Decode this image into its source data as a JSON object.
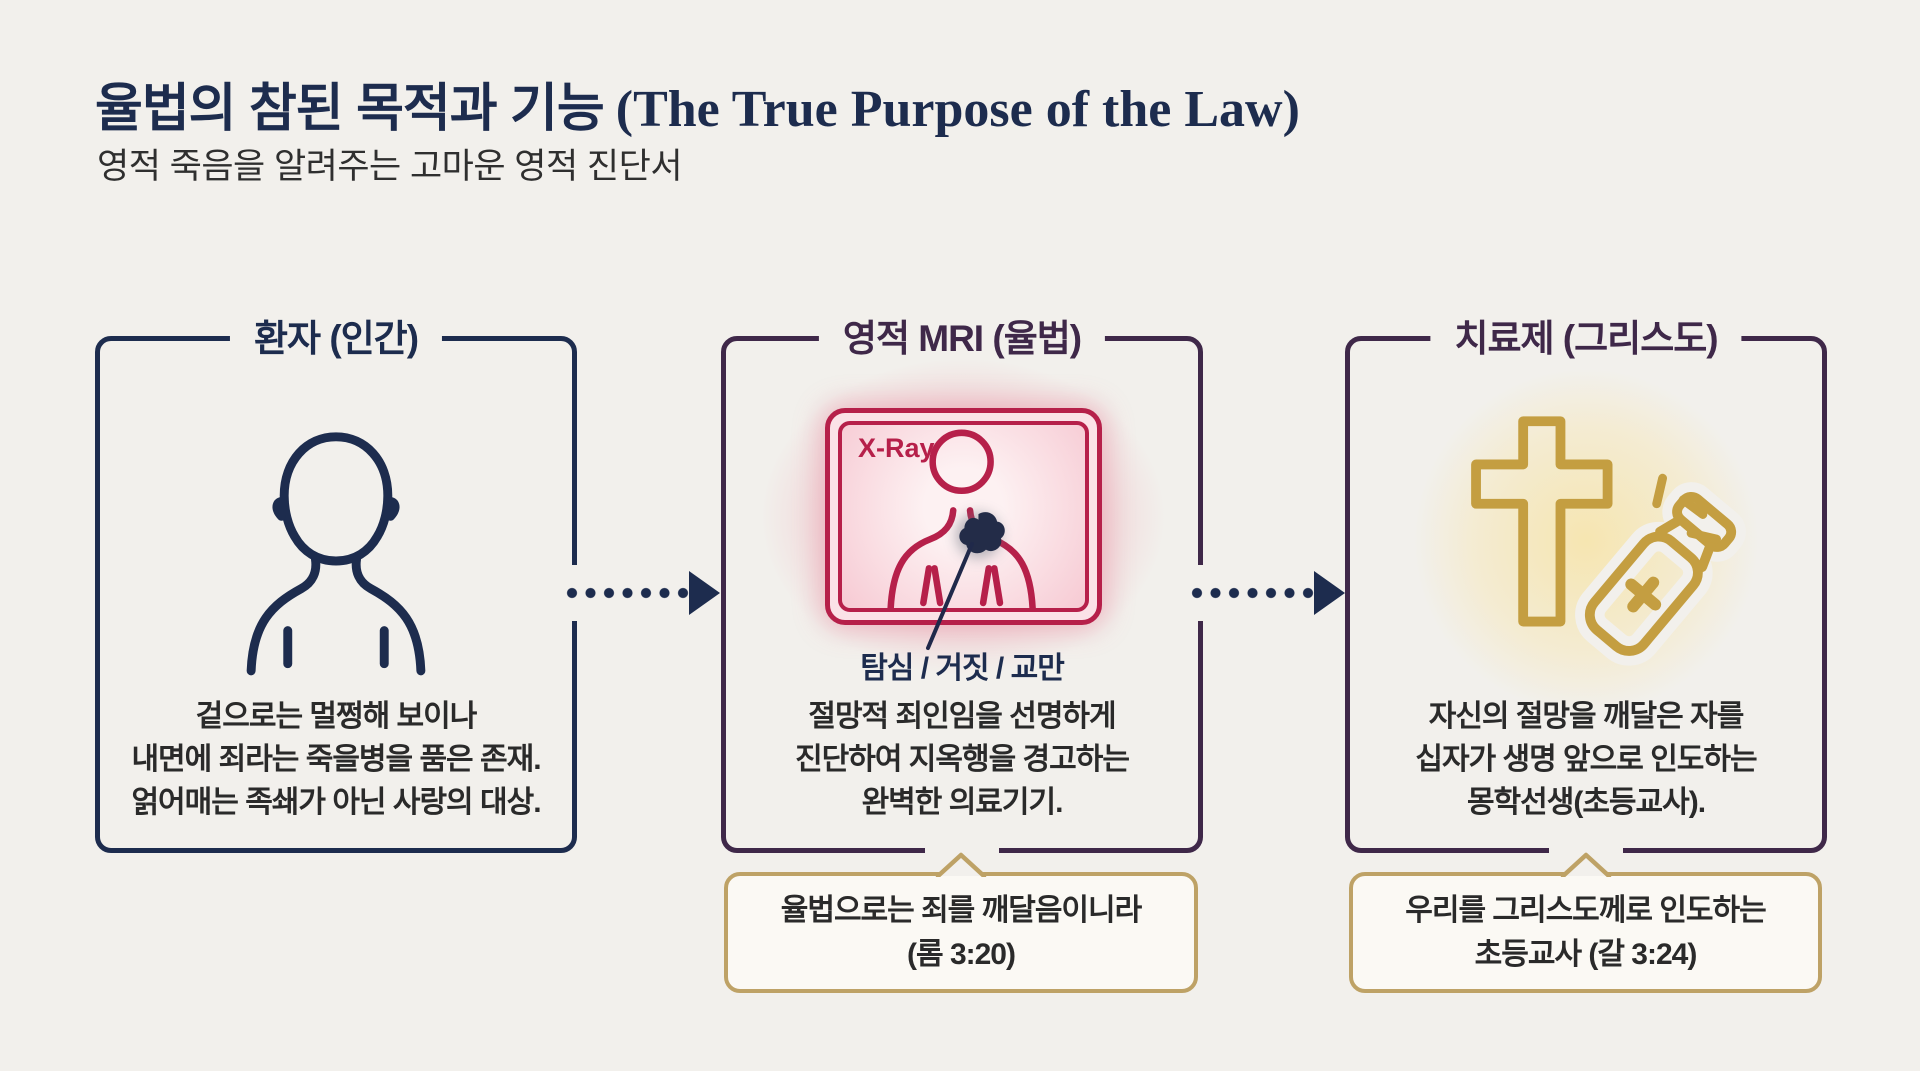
{
  "page": {
    "title_korean": "율법의 참된 목적과 기능",
    "title_english": "(The True Purpose of the Law)",
    "subtitle": "영적 죽음을 알려주는 고마운 영적 진단서"
  },
  "colors": {
    "background": "#f2f0ec",
    "navy": "#1d2c4e",
    "purple": "#3f2849",
    "red": "#b6204a",
    "gold_border": "#bea266",
    "gold_icon": "#c49e41",
    "body_text": "#2a2a2a"
  },
  "boxes": [
    {
      "id": "patient",
      "title": "환자 (인간)",
      "icon": "person-outline-icon",
      "body_lines": [
        "겉으로는 멀쩡해 보이나",
        "내면에 죄라는 죽을병을 품은 존재.",
        "얽어매는 족쇄가 아닌 사랑의 대상."
      ]
    },
    {
      "id": "mri",
      "title": "영적 MRI (율법)",
      "icon": "xray-frame-icon",
      "xray_label": "X-Ray",
      "sin_label": "탐심 / 거짓 / 교만",
      "body_lines": [
        "절망적 죄인임을 선명하게",
        "진단하여 지옥행을 경고하는",
        "완벽한 의료기기."
      ]
    },
    {
      "id": "cure",
      "title": "치료제 (그리스도)",
      "icon": "cross-and-medicine-icon",
      "body_lines": [
        "자신의 절망을 깨달은 자를",
        "십자가 생명 앞으로 인도하는",
        "몽학선생(초등교사)."
      ]
    }
  ],
  "arrows": [
    {
      "icon": "dotted-arrow-right-icon"
    },
    {
      "icon": "dotted-arrow-right-icon"
    }
  ],
  "callouts": [
    {
      "lines": [
        "율법으로는 죄를 깨달음이니라",
        "(롬 3:20)"
      ]
    },
    {
      "lines": [
        "우리를 그리스도께로 인도하는",
        "초등교사 (갈 3:24)"
      ]
    }
  ]
}
